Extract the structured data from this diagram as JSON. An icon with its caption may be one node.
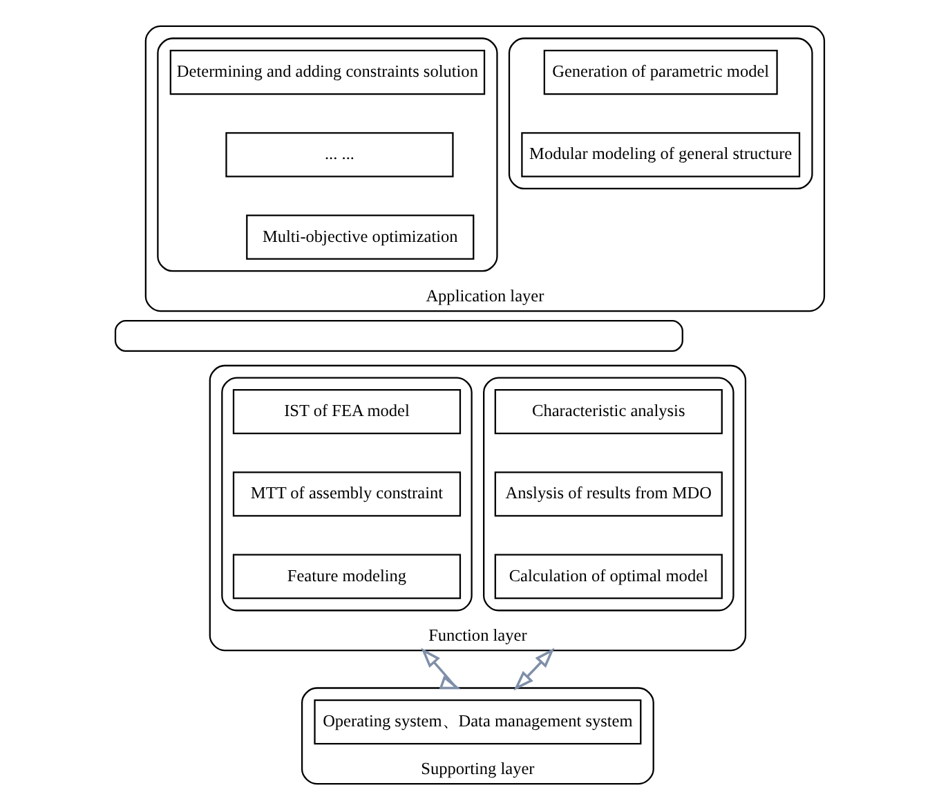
{
  "diagram": {
    "nodes": [
      {
        "text": [
          "Application layer"
        ]
      },
      {
        "text": [],
        "shape": "box",
        "in": 0
      },
      {
        "text": [
          "Generation of parametric model"
        ],
        "in": 1
      },
      {
        "text": [
          "Modular modeling of general structure"
        ],
        "in": 1
      },
      {
        "text": [],
        "shape": "box",
        "in": 0
      },
      {
        "text": [
          "Determining and adding constraints solution"
        ],
        "in": 4
      },
      {
        "text": [
          "... ..."
        ],
        "in": 4
      },
      {
        "text": [
          "Multi-objective optimization"
        ],
        "in": 4
      },
      {
        "text": [],
        "shape": "box"
      },
      {
        "text": [
          "Function layer"
        ]
      },
      {
        "text": [],
        "shape": "box",
        "in": 9
      },
      {
        "text": [
          "IST of FEA model"
        ],
        "in": 10
      },
      {
        "text": [
          "MTT of assembly constraint"
        ],
        "in": 10
      },
      {
        "text": [
          "Feature modeling"
        ],
        "in": 10
      },
      {
        "text": [],
        "shape": "box",
        "in": 9
      },
      {
        "text": [
          "Characteristic analysis"
        ],
        "in": 14
      },
      {
        "text": [
          "Anslysis of results from MDO"
        ],
        "in": 14
      },
      {
        "text": [
          "Calculation of optimal model"
        ],
        "in": 14
      },
      {
        "text": [
          "Supporting layer"
        ]
      },
      {
        "text": [
          "Operating system、Data management system"
        ],
        "in": 18
      }
    ],
    "edges": [
      {
        "from": 9,
        "to": 18,
        "arrow": "both"
      },
      {
        "from": 9,
        "to": 18,
        "arrow": "both"
      }
    ]
  }
}
